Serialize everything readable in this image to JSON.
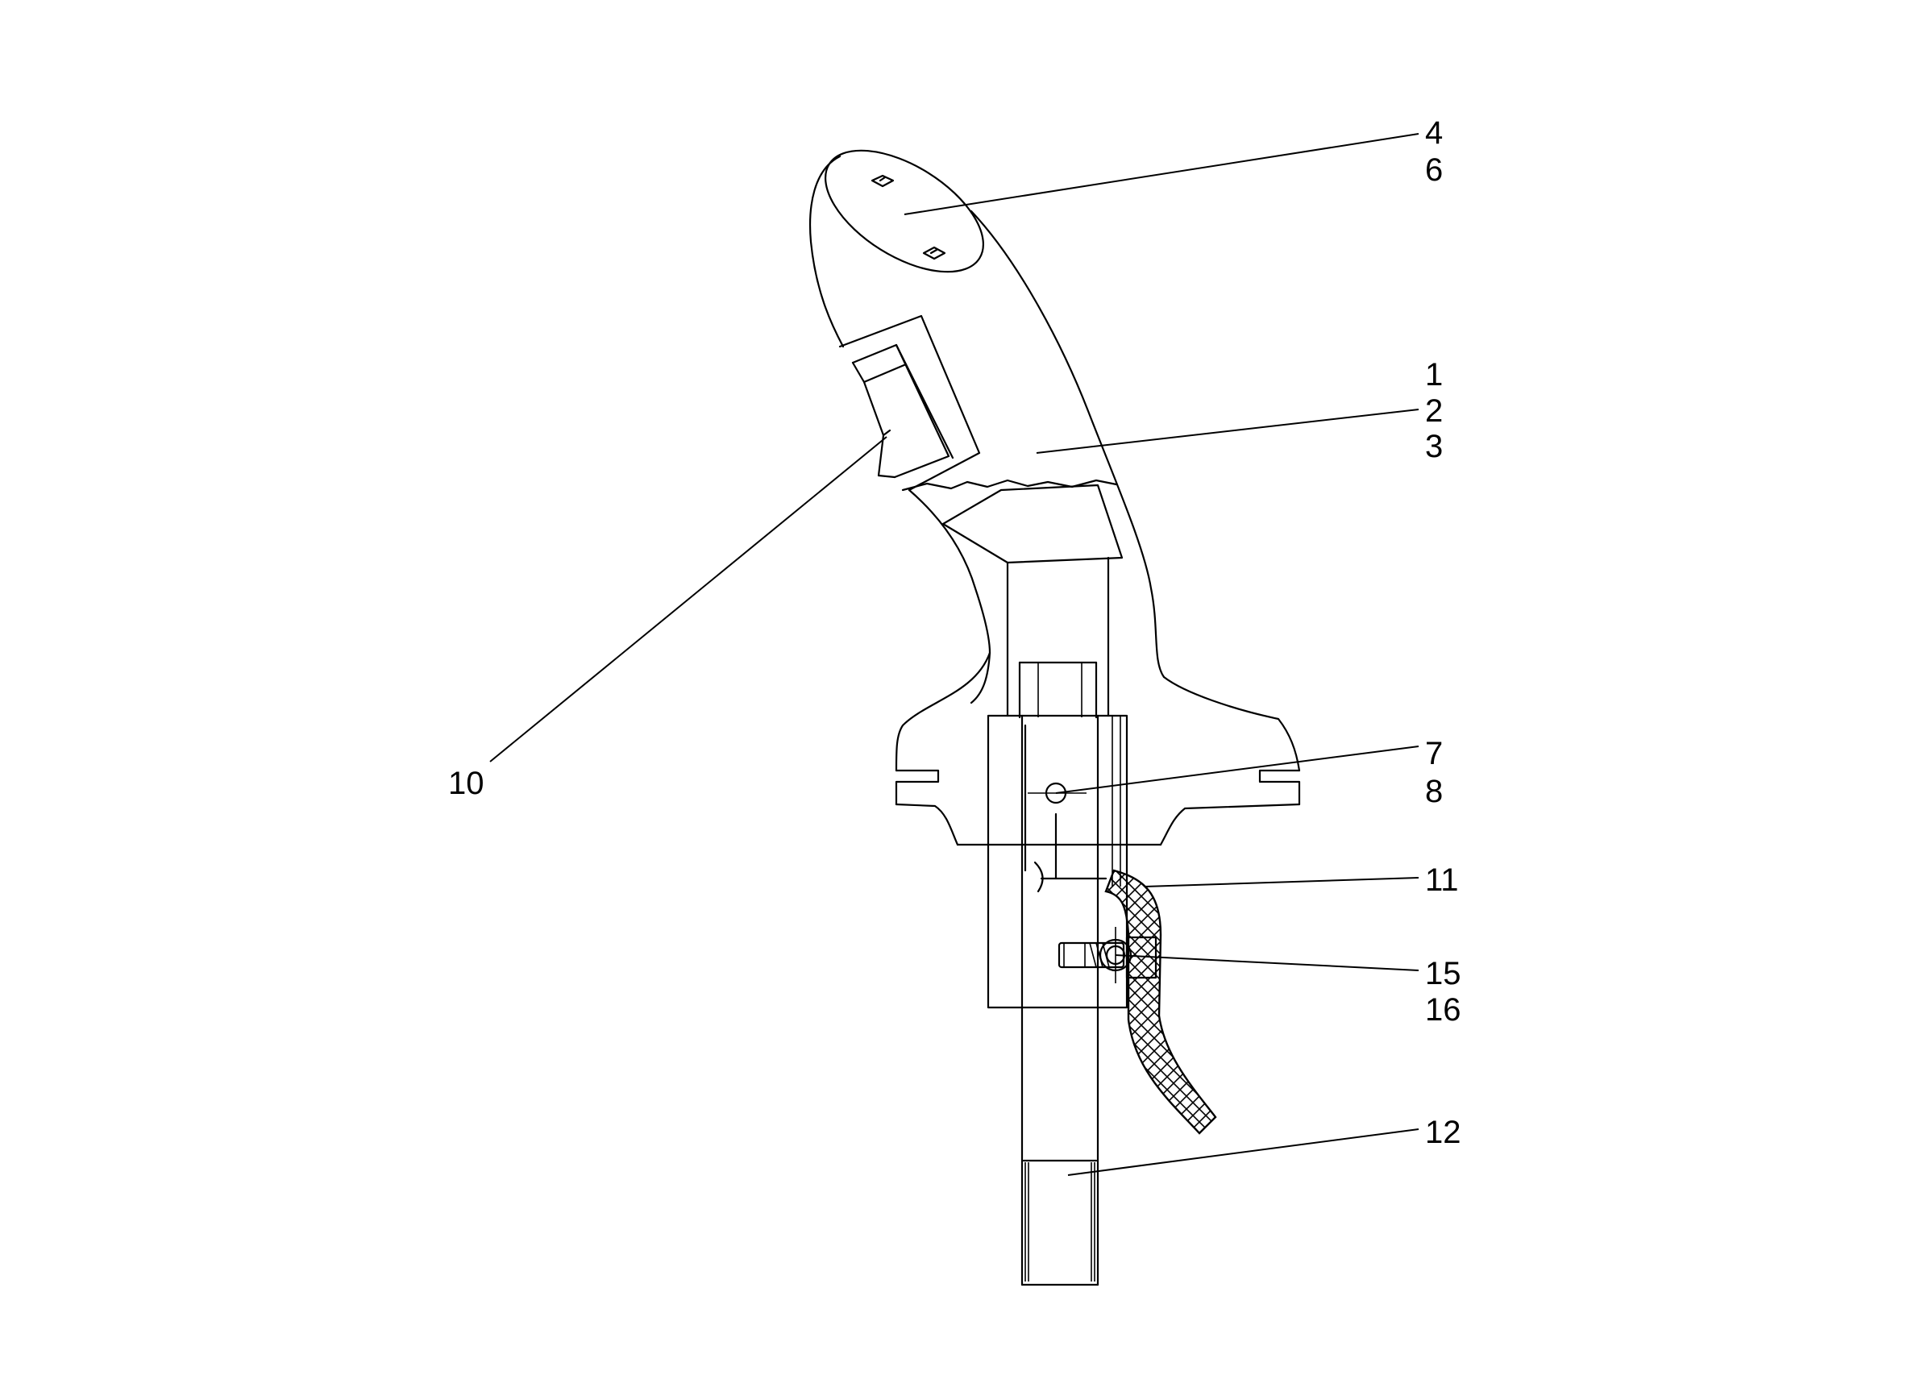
{
  "callouts": [
    {
      "id": "c46",
      "lines": [
        "4",
        "6"
      ]
    },
    {
      "id": "c123",
      "lines": [
        "1",
        "2",
        "3"
      ]
    },
    {
      "id": "c10",
      "lines": [
        "10"
      ]
    },
    {
      "id": "c78",
      "lines": [
        "7",
        "8"
      ]
    },
    {
      "id": "c11",
      "lines": [
        "11"
      ]
    },
    {
      "id": "c1516",
      "lines": [
        "15",
        "16"
      ]
    },
    {
      "id": "c12",
      "lines": [
        "12"
      ]
    }
  ]
}
